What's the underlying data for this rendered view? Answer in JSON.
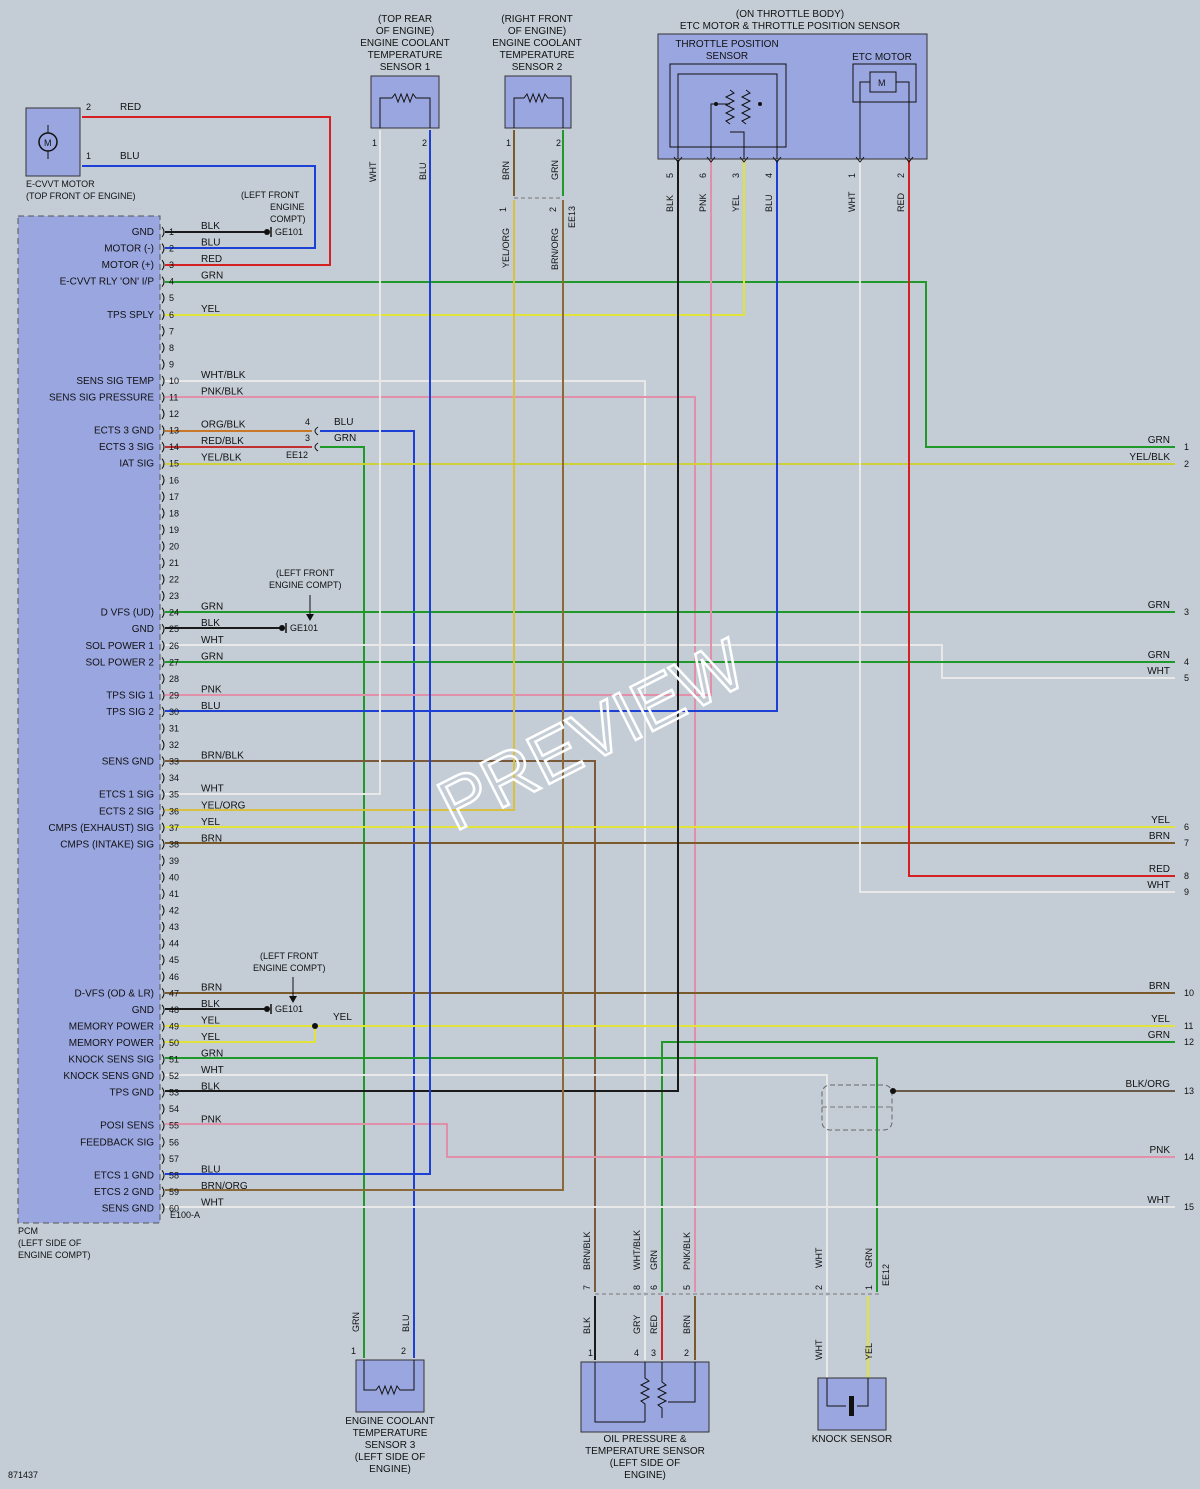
{
  "watermark": "PREVIEW",
  "figure_id": "871437",
  "pcm": {
    "label_lines": [
      "PCM",
      "(LEFT SIDE OF",
      "ENGINE COMPT)"
    ],
    "connector": "E100-A",
    "pins": [
      {
        "n": "1",
        "sig": "GND",
        "wire": "BLK",
        "color": "#1a1a1a"
      },
      {
        "n": "2",
        "sig": "MOTOR (-)",
        "wire": "BLU",
        "color": "#1c3fd6"
      },
      {
        "n": "3",
        "sig": "MOTOR (+)",
        "wire": "RED",
        "color": "#d42020"
      },
      {
        "n": "4",
        "sig": "E-CVVT RLY 'ON' I/P",
        "wire": "GRN",
        "color": "#1f9a2a"
      },
      {
        "n": "5",
        "sig": "",
        "wire": "",
        "color": ""
      },
      {
        "n": "6",
        "sig": "TPS SPLY",
        "wire": "YEL",
        "color": "#e1e23a"
      },
      {
        "n": "7",
        "sig": "",
        "wire": "",
        "color": ""
      },
      {
        "n": "8",
        "sig": "",
        "wire": "",
        "color": ""
      },
      {
        "n": "9",
        "sig": "",
        "wire": "",
        "color": ""
      },
      {
        "n": "10",
        "sig": "SENS SIG TEMP",
        "wire": "WHT/BLK",
        "color": "#e8e8e8"
      },
      {
        "n": "11",
        "sig": "SENS SIG PRESSURE",
        "wire": "PNK/BLK",
        "color": "#e090a8"
      },
      {
        "n": "12",
        "sig": "",
        "wire": "",
        "color": ""
      },
      {
        "n": "13",
        "sig": "ECTS 3 GND",
        "wire": "ORG/BLK",
        "color": "#c87828"
      },
      {
        "n": "14",
        "sig": "ECTS 3 SIG",
        "wire": "RED/BLK",
        "color": "#c03030"
      },
      {
        "n": "15",
        "sig": "IAT SIG",
        "wire": "YEL/BLK",
        "color": "#cfcf3a"
      },
      {
        "n": "16",
        "sig": "",
        "wire": "",
        "color": ""
      },
      {
        "n": "17",
        "sig": "",
        "wire": "",
        "color": ""
      },
      {
        "n": "18",
        "sig": "",
        "wire": "",
        "color": ""
      },
      {
        "n": "19",
        "sig": "",
        "wire": "",
        "color": ""
      },
      {
        "n": "20",
        "sig": "",
        "wire": "",
        "color": ""
      },
      {
        "n": "21",
        "sig": "",
        "wire": "",
        "color": ""
      },
      {
        "n": "22",
        "sig": "",
        "wire": "",
        "color": ""
      },
      {
        "n": "23",
        "sig": "",
        "wire": "",
        "color": ""
      },
      {
        "n": "24",
        "sig": "D VFS (UD)",
        "wire": "GRN",
        "color": "#1f9a2a"
      },
      {
        "n": "25",
        "sig": "GND",
        "wire": "BLK",
        "color": "#1a1a1a"
      },
      {
        "n": "26",
        "sig": "SOL POWER 1",
        "wire": "WHT",
        "color": "#e8e8e8"
      },
      {
        "n": "27",
        "sig": "SOL POWER 2",
        "wire": "GRN",
        "color": "#1f9a2a"
      },
      {
        "n": "28",
        "sig": "",
        "wire": "",
        "color": ""
      },
      {
        "n": "29",
        "sig": "TPS SIG 1",
        "wire": "PNK",
        "color": "#e090a8"
      },
      {
        "n": "30",
        "sig": "TPS SIG 2",
        "wire": "BLU",
        "color": "#1c3fd6"
      },
      {
        "n": "31",
        "sig": "",
        "wire": "",
        "color": ""
      },
      {
        "n": "32",
        "sig": "",
        "wire": "",
        "color": ""
      },
      {
        "n": "33",
        "sig": "SENS GND",
        "wire": "BRN/BLK",
        "color": "#7a5a3a"
      },
      {
        "n": "34",
        "sig": "",
        "wire": "",
        "color": ""
      },
      {
        "n": "35",
        "sig": "ETCS 1 SIG",
        "wire": "WHT",
        "color": "#e8e8e8"
      },
      {
        "n": "36",
        "sig": "ECTS 2 SIG",
        "wire": "YEL/ORG",
        "color": "#d8c040"
      },
      {
        "n": "37",
        "sig": "CMPS (EXHAUST) SIG",
        "wire": "YEL",
        "color": "#e1e23a"
      },
      {
        "n": "38",
        "sig": "CMPS (INTAKE) SIG",
        "wire": "BRN",
        "color": "#7a5a2a"
      },
      {
        "n": "39",
        "sig": "",
        "wire": "",
        "color": ""
      },
      {
        "n": "40",
        "sig": "",
        "wire": "",
        "color": ""
      },
      {
        "n": "41",
        "sig": "",
        "wire": "",
        "color": ""
      },
      {
        "n": "42",
        "sig": "",
        "wire": "",
        "color": ""
      },
      {
        "n": "43",
        "sig": "",
        "wire": "",
        "color": ""
      },
      {
        "n": "44",
        "sig": "",
        "wire": "",
        "color": ""
      },
      {
        "n": "45",
        "sig": "",
        "wire": "",
        "color": ""
      },
      {
        "n": "46",
        "sig": "",
        "wire": "",
        "color": ""
      },
      {
        "n": "47",
        "sig": "D-VFS (OD & LR)",
        "wire": "BRN",
        "color": "#7a5a2a"
      },
      {
        "n": "48",
        "sig": "GND",
        "wire": "BLK",
        "color": "#1a1a1a"
      },
      {
        "n": "49",
        "sig": "MEMORY POWER",
        "wire": "YEL",
        "color": "#e1e23a"
      },
      {
        "n": "50",
        "sig": "MEMORY POWER",
        "wire": "YEL",
        "color": "#e1e23a"
      },
      {
        "n": "51",
        "sig": "KNOCK SENS SIG",
        "wire": "GRN",
        "color": "#1f9a2a"
      },
      {
        "n": "52",
        "sig": "KNOCK SENS GND",
        "wire": "WHT",
        "color": "#e8e8e8"
      },
      {
        "n": "53",
        "sig": "TPS GND",
        "wire": "BLK",
        "color": "#1a1a1a"
      },
      {
        "n": "54",
        "sig": "",
        "wire": "",
        "color": ""
      },
      {
        "n": "55",
        "sig": "POSI SENS",
        "wire": "PNK",
        "color": "#e090a8"
      },
      {
        "n": "56",
        "sig": "FEEDBACK SIG",
        "wire": "",
        "color": ""
      },
      {
        "n": "57",
        "sig": "",
        "wire": "",
        "color": ""
      },
      {
        "n": "58",
        "sig": "ETCS 1 GND",
        "wire": "BLU",
        "color": "#1c3fd6"
      },
      {
        "n": "59",
        "sig": "ETCS 2 GND",
        "wire": "BRN/ORG",
        "color": "#8a6a3a"
      },
      {
        "n": "60",
        "sig": "SENS GND",
        "wire": "WHT",
        "color": "#e8e8e8"
      }
    ]
  },
  "ecvvt_motor": {
    "label_lines": [
      "E-CVVT MOTOR",
      "(TOP FRONT OF ENGINE)"
    ],
    "pins": [
      {
        "n": "2",
        "wire": "RED"
      },
      {
        "n": "1",
        "wire": "BLU"
      }
    ]
  },
  "ge101_note": [
    "(LEFT FRONT",
    "ENGINE",
    "COMPT)"
  ],
  "ge101_note2": [
    "(LEFT FRONT",
    "ENGINE COMPT)"
  ],
  "ge101": "GE101",
  "ee12": "EE12",
  "ee13": "EE13",
  "ects1": {
    "title_lines": [
      "(TOP REAR",
      "OF ENGINE)",
      "ENGINE COOLANT",
      "TEMPERATURE",
      "SENSOR 1"
    ],
    "pins": [
      {
        "n": "1",
        "wire": "WHT"
      },
      {
        "n": "2",
        "wire": "BLU"
      }
    ]
  },
  "ects2": {
    "title_lines": [
      "(RIGHT FRONT",
      "OF ENGINE)",
      "ENGINE COOLANT",
      "TEMPERATURE",
      "SENSOR 2"
    ],
    "pins": [
      {
        "n": "1",
        "wire": "BRN"
      },
      {
        "n": "2",
        "wire": "GRN"
      }
    ],
    "lower_wires": [
      {
        "n": "1",
        "wire": "YEL/ORG"
      },
      {
        "n": "2",
        "wire": "BRN/ORG"
      }
    ]
  },
  "throttle": {
    "title_lines": [
      "(ON THROTTLE BODY)",
      "ETC MOTOR & THROTTLE POSITION SENSOR"
    ],
    "tps_lines": [
      "THROTTLE POSITION",
      "SENSOR"
    ],
    "etc": "ETC MOTOR",
    "pins": [
      {
        "n": "5",
        "wire": "BLK"
      },
      {
        "n": "6",
        "wire": "PNK"
      },
      {
        "n": "3",
        "wire": "YEL"
      },
      {
        "n": "4",
        "wire": "BLU"
      },
      {
        "n": "1",
        "wire": "WHT"
      },
      {
        "n": "2",
        "wire": "RED"
      }
    ]
  },
  "ecvvt_wires": {
    "red": "RED",
    "blu": "BLU"
  },
  "ee12_wires": [
    {
      "n": "4",
      "wire": "BLU"
    },
    {
      "n": "3",
      "wire": "GRN"
    }
  ],
  "right_outputs": [
    {
      "n": "1",
      "wire": "GRN"
    },
    {
      "n": "2",
      "wire": "YEL/BLK"
    },
    {
      "n": "3",
      "wire": "GRN"
    },
    {
      "n": "4",
      "wire": "GRN"
    },
    {
      "n": "5",
      "wire": "WHT"
    },
    {
      "n": "6",
      "wire": "YEL"
    },
    {
      "n": "7",
      "wire": "BRN"
    },
    {
      "n": "8",
      "wire": "RED"
    },
    {
      "n": "9",
      "wire": "WHT"
    },
    {
      "n": "10",
      "wire": "BRN"
    },
    {
      "n": "11",
      "wire": "YEL"
    },
    {
      "n": "12",
      "wire": "GRN"
    },
    {
      "n": "13",
      "wire": "BLK/ORG"
    },
    {
      "n": "14",
      "wire": "PNK"
    },
    {
      "n": "15",
      "wire": "WHT"
    }
  ],
  "memory_yel": "YEL",
  "ects3": {
    "label_lines": [
      "ENGINE COOLANT",
      "TEMPERATURE",
      "SENSOR 3",
      "(LEFT SIDE OF",
      "ENGINE)"
    ],
    "pins": [
      {
        "n": "1",
        "wire": "GRN"
      },
      {
        "n": "2",
        "wire": "BLU"
      }
    ]
  },
  "oil": {
    "label_lines": [
      "OIL PRESSURE &",
      "TEMPERATURE SENSOR",
      "(LEFT SIDE OF",
      "ENGINE)"
    ],
    "upper": [
      {
        "n": "7",
        "wire": "BRN/BLK"
      },
      {
        "n": "8",
        "wire": "WHT/BLK"
      },
      {
        "n": "6",
        "wire": "GRN"
      },
      {
        "n": "5",
        "wire": "PNK/BLK"
      }
    ],
    "lower": [
      {
        "n": "1",
        "wire": "BLK"
      },
      {
        "n": "4",
        "wire": "GRY"
      },
      {
        "n": "3",
        "wire": "RED"
      },
      {
        "n": "2",
        "wire": "BRN"
      }
    ]
  },
  "knock": {
    "label": "KNOCK SENSOR",
    "upper": [
      {
        "n": "2",
        "wire": "WHT"
      },
      {
        "n": "1",
        "wire": "GRN"
      }
    ],
    "lower": [
      {
        "wire": "WHT"
      },
      {
        "wire": "YEL"
      }
    ]
  }
}
